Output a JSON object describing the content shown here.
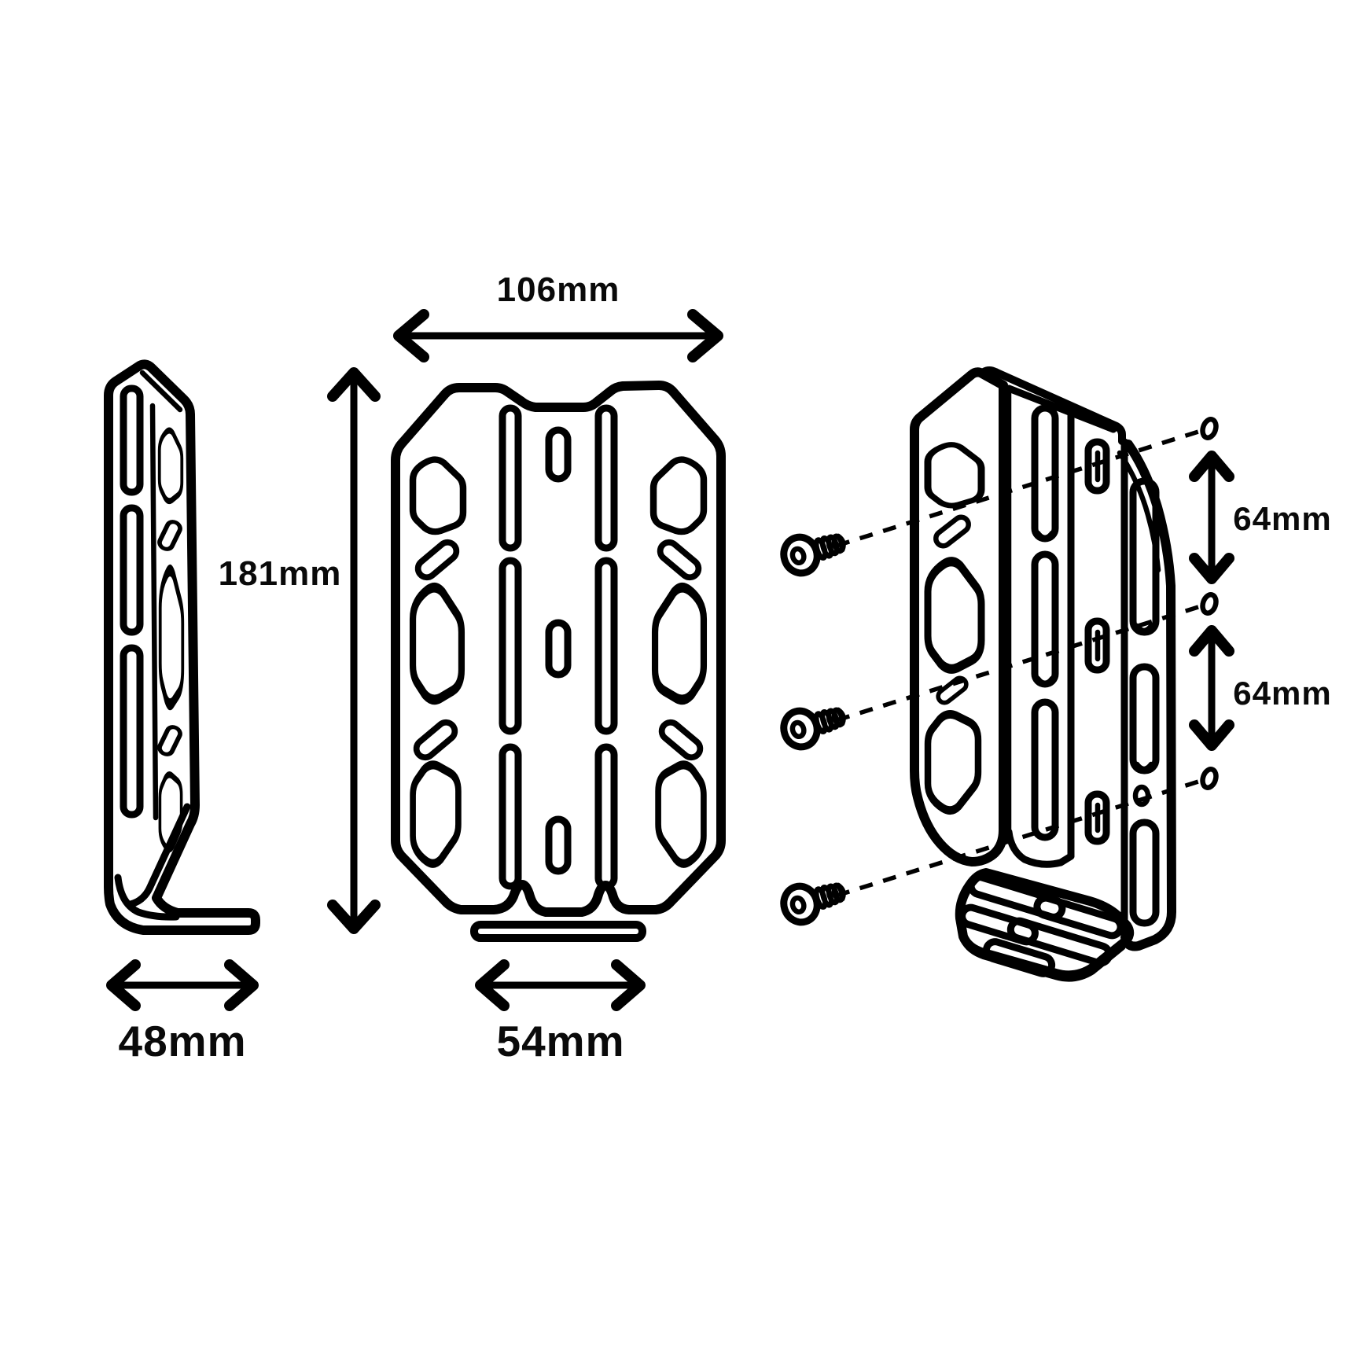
{
  "drawing": {
    "colors": {
      "line": "#000000",
      "background": "#ffffff"
    },
    "labels": {
      "width": "106mm",
      "height": "181mm",
      "depth": "48mm",
      "foot_width": "54mm",
      "hole_spacing_upper": "64mm",
      "hole_spacing_lower": "64mm"
    }
  }
}
